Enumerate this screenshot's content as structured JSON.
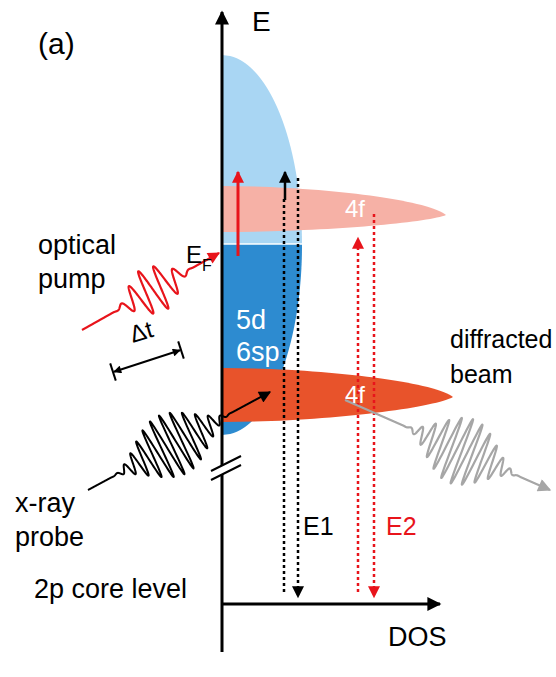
{
  "diagram": {
    "nodes": [
      {
        "text": [
          "4f"
        ]
      },
      {
        "text": [
          "5d 6sp"
        ]
      },
      {
        "text": [
          "4f"
        ]
      }
    ],
    "labels": [
      "(a)",
      "E",
      "optical pump",
      "E",
      "F",
      "Δt",
      "diffracted beam",
      "x-ray probe",
      "E1",
      "E2",
      "2p core level",
      "DOS"
    ]
  }
}
